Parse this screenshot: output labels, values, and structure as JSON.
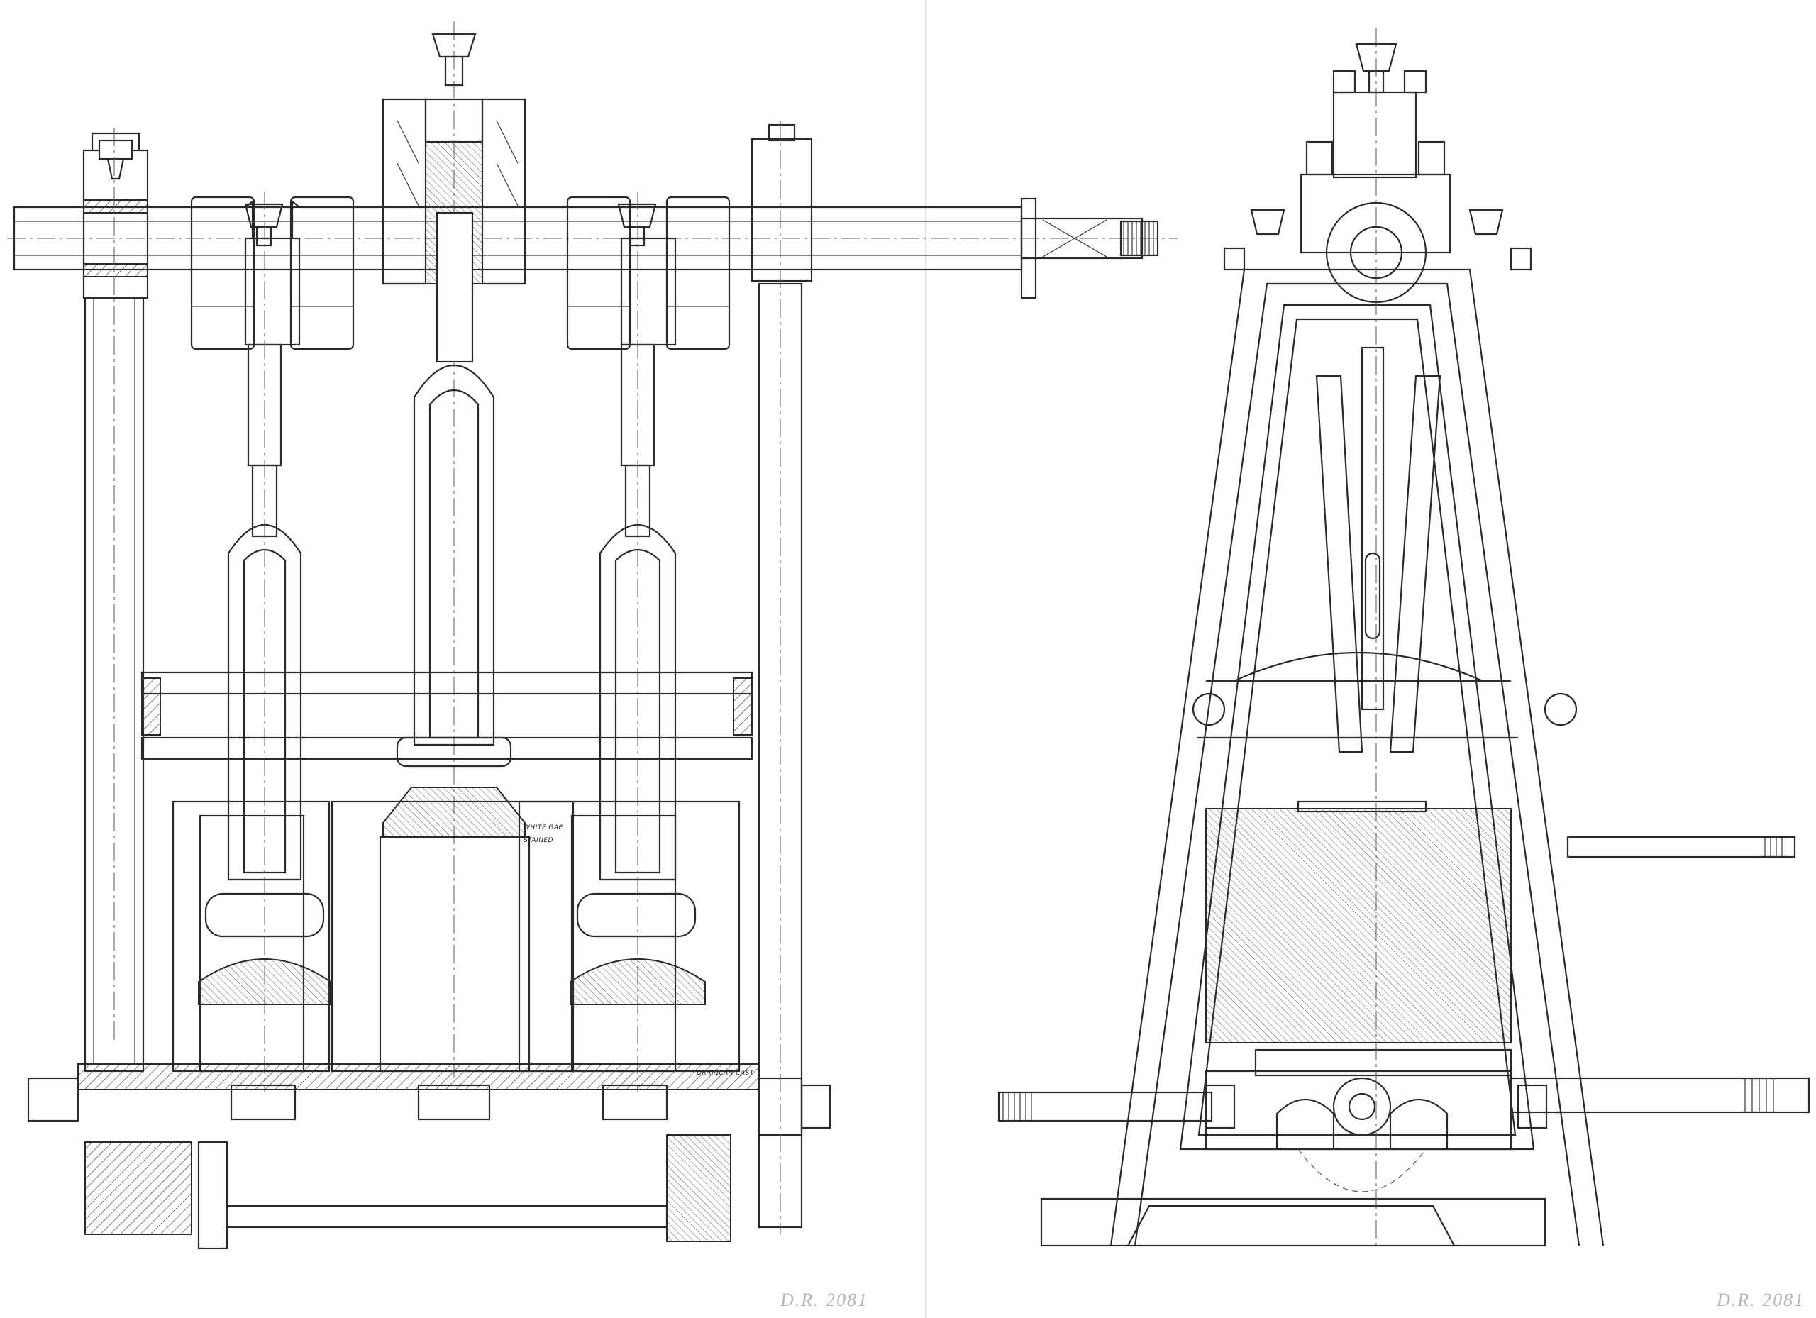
{
  "drawing": {
    "left_view": {
      "notes": [
        {
          "text": "WHITE GAP"
        },
        {
          "text": "STAINED"
        },
        {
          "text": "DRAINCAN CAST"
        }
      ],
      "reference": "D.R. 2081"
    },
    "right_view": {
      "reference": "D.R. 2081"
    }
  }
}
